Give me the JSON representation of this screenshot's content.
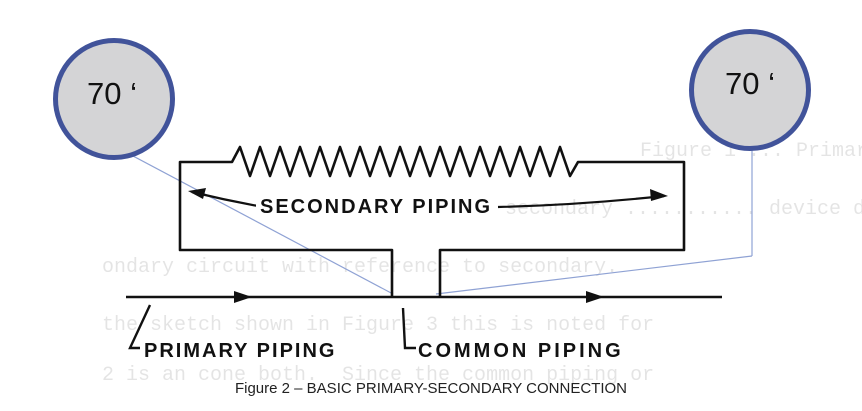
{
  "callouts": {
    "left": "70 ‘",
    "right": "70 ‘"
  },
  "labels": {
    "secondary": "SECONDARY PIPING",
    "primary": "PRIMARY PIPING",
    "common": "COMMON PIPING"
  },
  "caption": "Figure 2 – BASIC PRIMARY-SECONDARY CONNECTION",
  "colors": {
    "bubble_fill": "#d4d4d6",
    "bubble_border": "#41539a",
    "leader_line": "#8fa2d4",
    "ink": "#111111"
  }
}
